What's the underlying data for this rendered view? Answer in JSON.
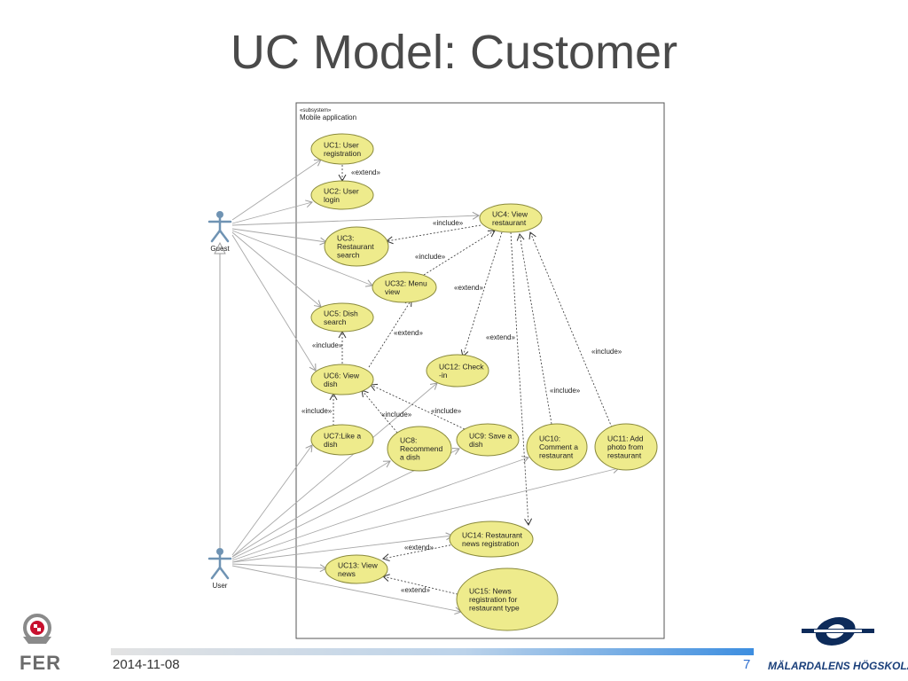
{
  "slide": {
    "title": "UC Model: Customer",
    "date": "2014-11-08",
    "page_number": "7",
    "left_logo_text": "FER",
    "right_logo_text": "MÄLARDALENS HÖGSKOLA"
  },
  "subsystem": {
    "stereotype": "«subsystem»",
    "name": "Mobile application"
  },
  "actors": {
    "guest": "Guest",
    "user": "User"
  },
  "use_cases": [
    {
      "id": "uc1",
      "lines": [
        "UC1: User",
        "registration"
      ]
    },
    {
      "id": "uc2",
      "lines": [
        "UC2: User",
        "login"
      ]
    },
    {
      "id": "uc4",
      "lines": [
        "UC4: View",
        "restaurant"
      ]
    },
    {
      "id": "uc3",
      "lines": [
        "UC3:",
        "Restaurant",
        "search"
      ]
    },
    {
      "id": "uc32",
      "lines": [
        "UC32: Menu",
        "view"
      ]
    },
    {
      "id": "uc5",
      "lines": [
        "UC5: Dish",
        "search"
      ]
    },
    {
      "id": "uc6",
      "lines": [
        "UC6: View",
        "dish"
      ]
    },
    {
      "id": "uc12",
      "lines": [
        "UC12: Check",
        "-in"
      ]
    },
    {
      "id": "uc7",
      "lines": [
        "UC7:Like a",
        "dish"
      ]
    },
    {
      "id": "uc8",
      "lines": [
        "UC8:",
        "Recommend",
        "a dish"
      ]
    },
    {
      "id": "uc9",
      "lines": [
        "UC9: Save a",
        "dish"
      ]
    },
    {
      "id": "uc10",
      "lines": [
        "UC10:",
        "Comment a",
        "restaurant"
      ]
    },
    {
      "id": "uc11",
      "lines": [
        "UC11: Add",
        "photo from",
        "restaurant"
      ]
    },
    {
      "id": "uc14",
      "lines": [
        "UC14: Restaurant",
        "news registration"
      ]
    },
    {
      "id": "uc13",
      "lines": [
        "UC13: View",
        "news"
      ]
    },
    {
      "id": "uc15",
      "lines": [
        "UC15: News",
        "registration for",
        "restaurant type"
      ]
    }
  ],
  "relationship_labels": [
    {
      "id": "l1",
      "text": "«extend»"
    },
    {
      "id": "l2",
      "text": "«include»"
    },
    {
      "id": "l3",
      "text": "«include»"
    },
    {
      "id": "l4",
      "text": "«extend»"
    },
    {
      "id": "l5",
      "text": "«include»"
    },
    {
      "id": "l6",
      "text": "«extend»"
    },
    {
      "id": "l7",
      "text": "«extend»"
    },
    {
      "id": "l8",
      "text": "«include»"
    },
    {
      "id": "l9",
      "text": "«include»"
    },
    {
      "id": "l10",
      "text": "«include»"
    },
    {
      "id": "l11",
      "text": "«include»"
    },
    {
      "id": "l12",
      "text": "«include»"
    },
    {
      "id": "l13",
      "text": "«extend»"
    },
    {
      "id": "l14",
      "text": "«extend»"
    }
  ],
  "colors": {
    "use_case_fill": "#eeeb8c",
    "use_case_stroke": "#8a8a3c",
    "actor": "#6f93b3",
    "line": "#a8a8a8",
    "dashed": "#333333"
  }
}
